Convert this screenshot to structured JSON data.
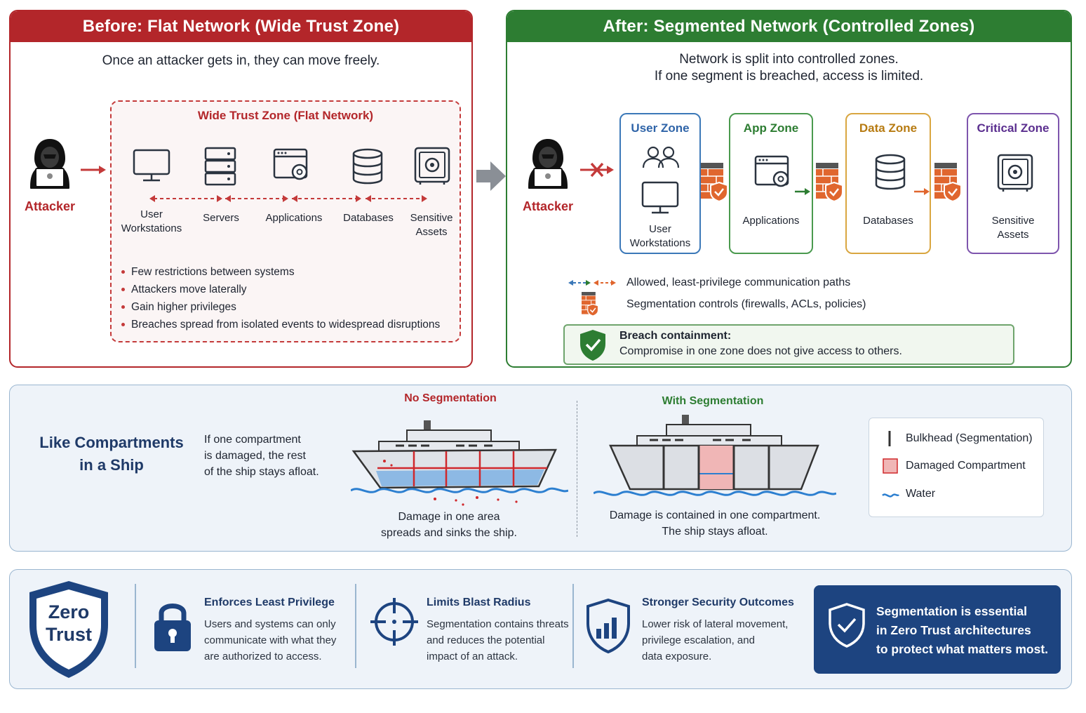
{
  "before": {
    "title": "Before: Flat Network (Wide Trust Zone)",
    "subtitle": "Once an attacker gets in, they can move freely.",
    "attacker": "Attacker",
    "zone_title": "Wide Trust Zone (Flat Network)",
    "assets": [
      {
        "label_1": "User",
        "label_2": "Workstations",
        "icon": "monitor-icon"
      },
      {
        "label_1": "Servers",
        "label_2": "",
        "icon": "server-icon"
      },
      {
        "label_1": "Applications",
        "label_2": "",
        "icon": "app-window-icon"
      },
      {
        "label_1": "Databases",
        "label_2": "",
        "icon": "database-icon"
      },
      {
        "label_1": "Sensitive",
        "label_2": "Assets",
        "icon": "vault-icon"
      }
    ],
    "bullets": [
      "Few restrictions between systems",
      "Attackers move laterally",
      "Gain higher privileges",
      "Breaches spread from isolated events to widespread disruptions"
    ]
  },
  "after": {
    "title": "After: Segmented Network (Controlled Zones)",
    "subtitle_1": "Network is split into controlled zones.",
    "subtitle_2": "If one segment is breached, access is limited.",
    "attacker": "Attacker",
    "zones": [
      {
        "title": "User Zone",
        "label_1": "User",
        "label_2": "Workstations",
        "color": "#3b78b8"
      },
      {
        "title": "App Zone",
        "label_1": "Applications",
        "label_2": "",
        "color": "#2d7d32"
      },
      {
        "title": "Data Zone",
        "label_1": "Databases",
        "label_2": "",
        "color": "#c98a1a"
      },
      {
        "title": "Critical Zone",
        "label_1": "Sensitive",
        "label_2": "Assets",
        "color": "#6a3f9a"
      }
    ],
    "legend": {
      "paths": "Allowed, least-privilege communication paths",
      "controls": "Segmentation controls (firewalls, ACLs, policies)"
    },
    "containment": {
      "title": "Breach containment:",
      "body": "Compromise in one zone does not give access to others."
    }
  },
  "ship": {
    "heading_1": "Like Compartments",
    "heading_2": "in a Ship",
    "desc_1": "If one compartment",
    "desc_2": "is damaged, the rest",
    "desc_3": "of the ship stays afloat.",
    "no_seg_title": "No Segmentation",
    "no_seg_cap_1": "Damage in one area",
    "no_seg_cap_2": "spreads and sinks the ship.",
    "seg_title": "With Segmentation",
    "seg_cap_1": "Damage is contained in one compartment.",
    "seg_cap_2": "The ship stays afloat.",
    "legend": {
      "bulkhead": "Bulkhead (Segmentation)",
      "damaged": "Damaged Compartment",
      "water": "Water"
    }
  },
  "zero_trust": {
    "badge_1": "Zero",
    "badge_2": "Trust",
    "items": [
      {
        "title": "Enforces Least Privilege",
        "l1": "Users and systems can only",
        "l2": "communicate with what they",
        "l3": "are authorized to access."
      },
      {
        "title": "Limits Blast Radius",
        "l1": "Segmentation contains threats",
        "l2": "and reduces the potential",
        "l3": "impact of an attack."
      },
      {
        "title": "Stronger Security Outcomes",
        "l1": "Lower risk of lateral movement,",
        "l2": "privilege escalation, and",
        "l3": "data exposure."
      }
    ],
    "callout_1": "Segmentation is essential",
    "callout_2": "in Zero Trust architectures",
    "callout_3": "to protect what matters most."
  },
  "colors": {
    "before_red": "#b3262a",
    "after_green": "#2d7d32",
    "navy": "#1d4480",
    "firewall_orange": "#e0662e"
  }
}
